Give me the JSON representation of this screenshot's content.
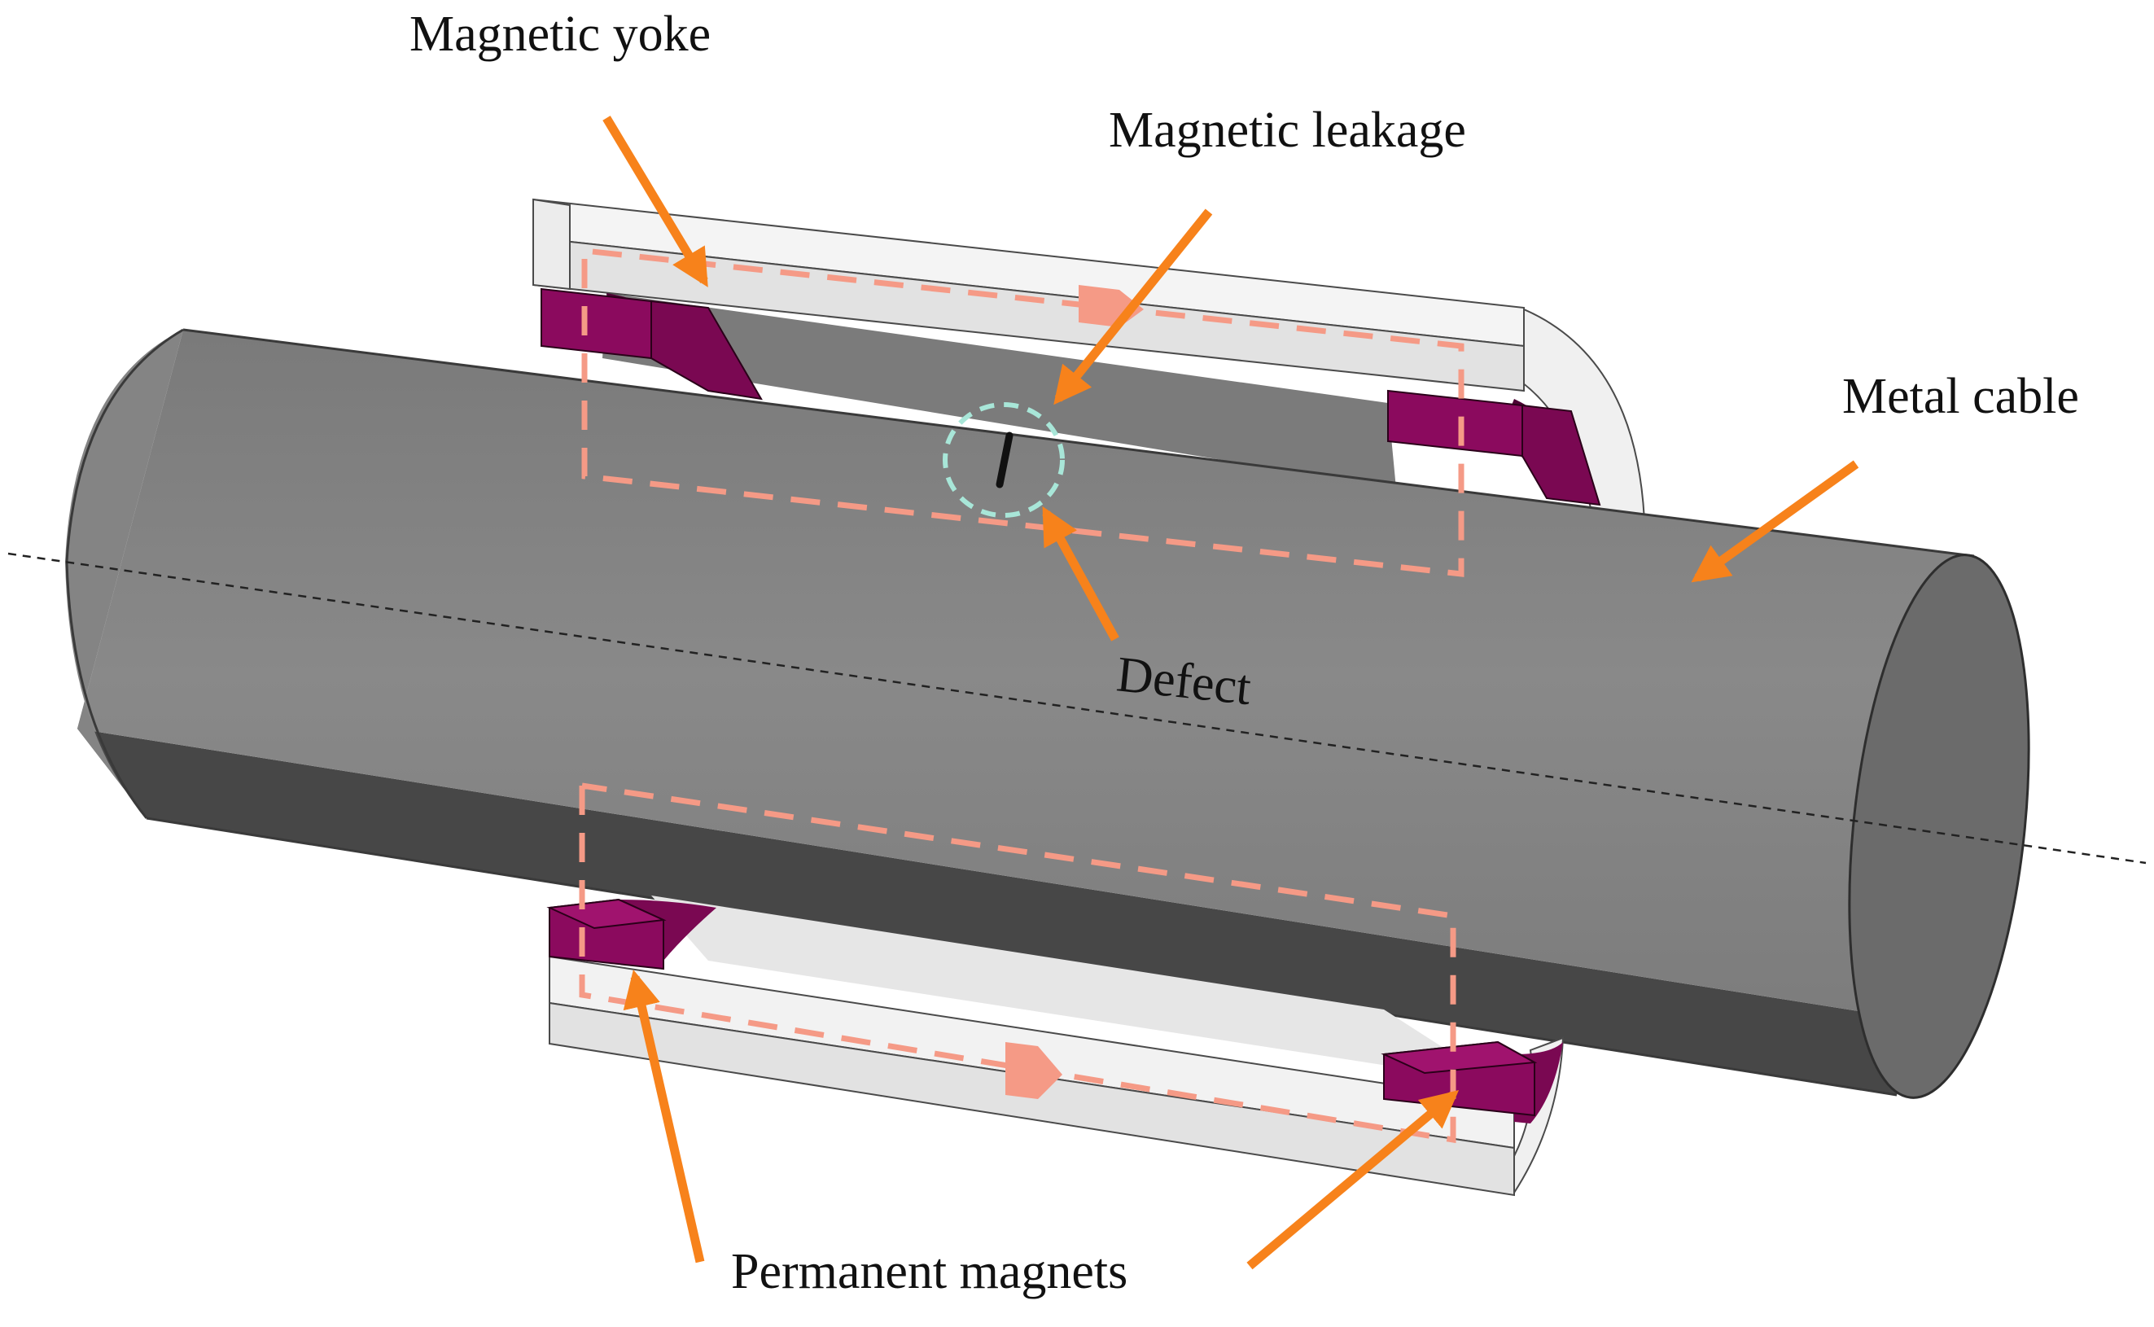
{
  "labels": {
    "magnetic_yoke": "Magnetic yoke",
    "magnetic_leakage": "Magnetic leakage",
    "metal_cable": "Metal cable",
    "defect": "Defect",
    "permanent_magnets": "Permanent magnets"
  },
  "colors": {
    "arrow": "#f7821b",
    "flux_path": "#f59a86",
    "yoke_face": "#e3e3e3",
    "yoke_edge": "#f2f2f2",
    "yoke_inner": "#7c7c7c",
    "cable_top": "#808080",
    "cable_side": "#474747",
    "cable_end": "#6b6b6b",
    "magnet": "#8b0a5e",
    "magnet_dark": "#4d0434",
    "defect_ring": "#a8e6d8",
    "defect_mark": "#111111",
    "axis_line": "#222222"
  }
}
